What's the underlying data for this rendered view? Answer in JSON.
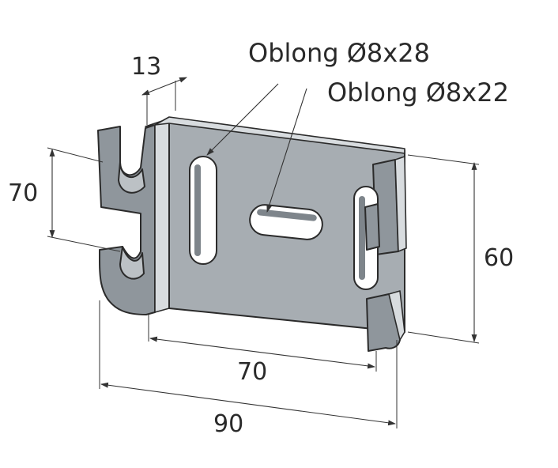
{
  "callouts": {
    "oblong_vertical": "Oblong Ø8x28",
    "oblong_horizontal": "Oblong Ø8x22"
  },
  "dimensions": {
    "depth": "13",
    "height_left": "70",
    "height_right": "60",
    "width_inner": "70",
    "width_overall": "90"
  }
}
